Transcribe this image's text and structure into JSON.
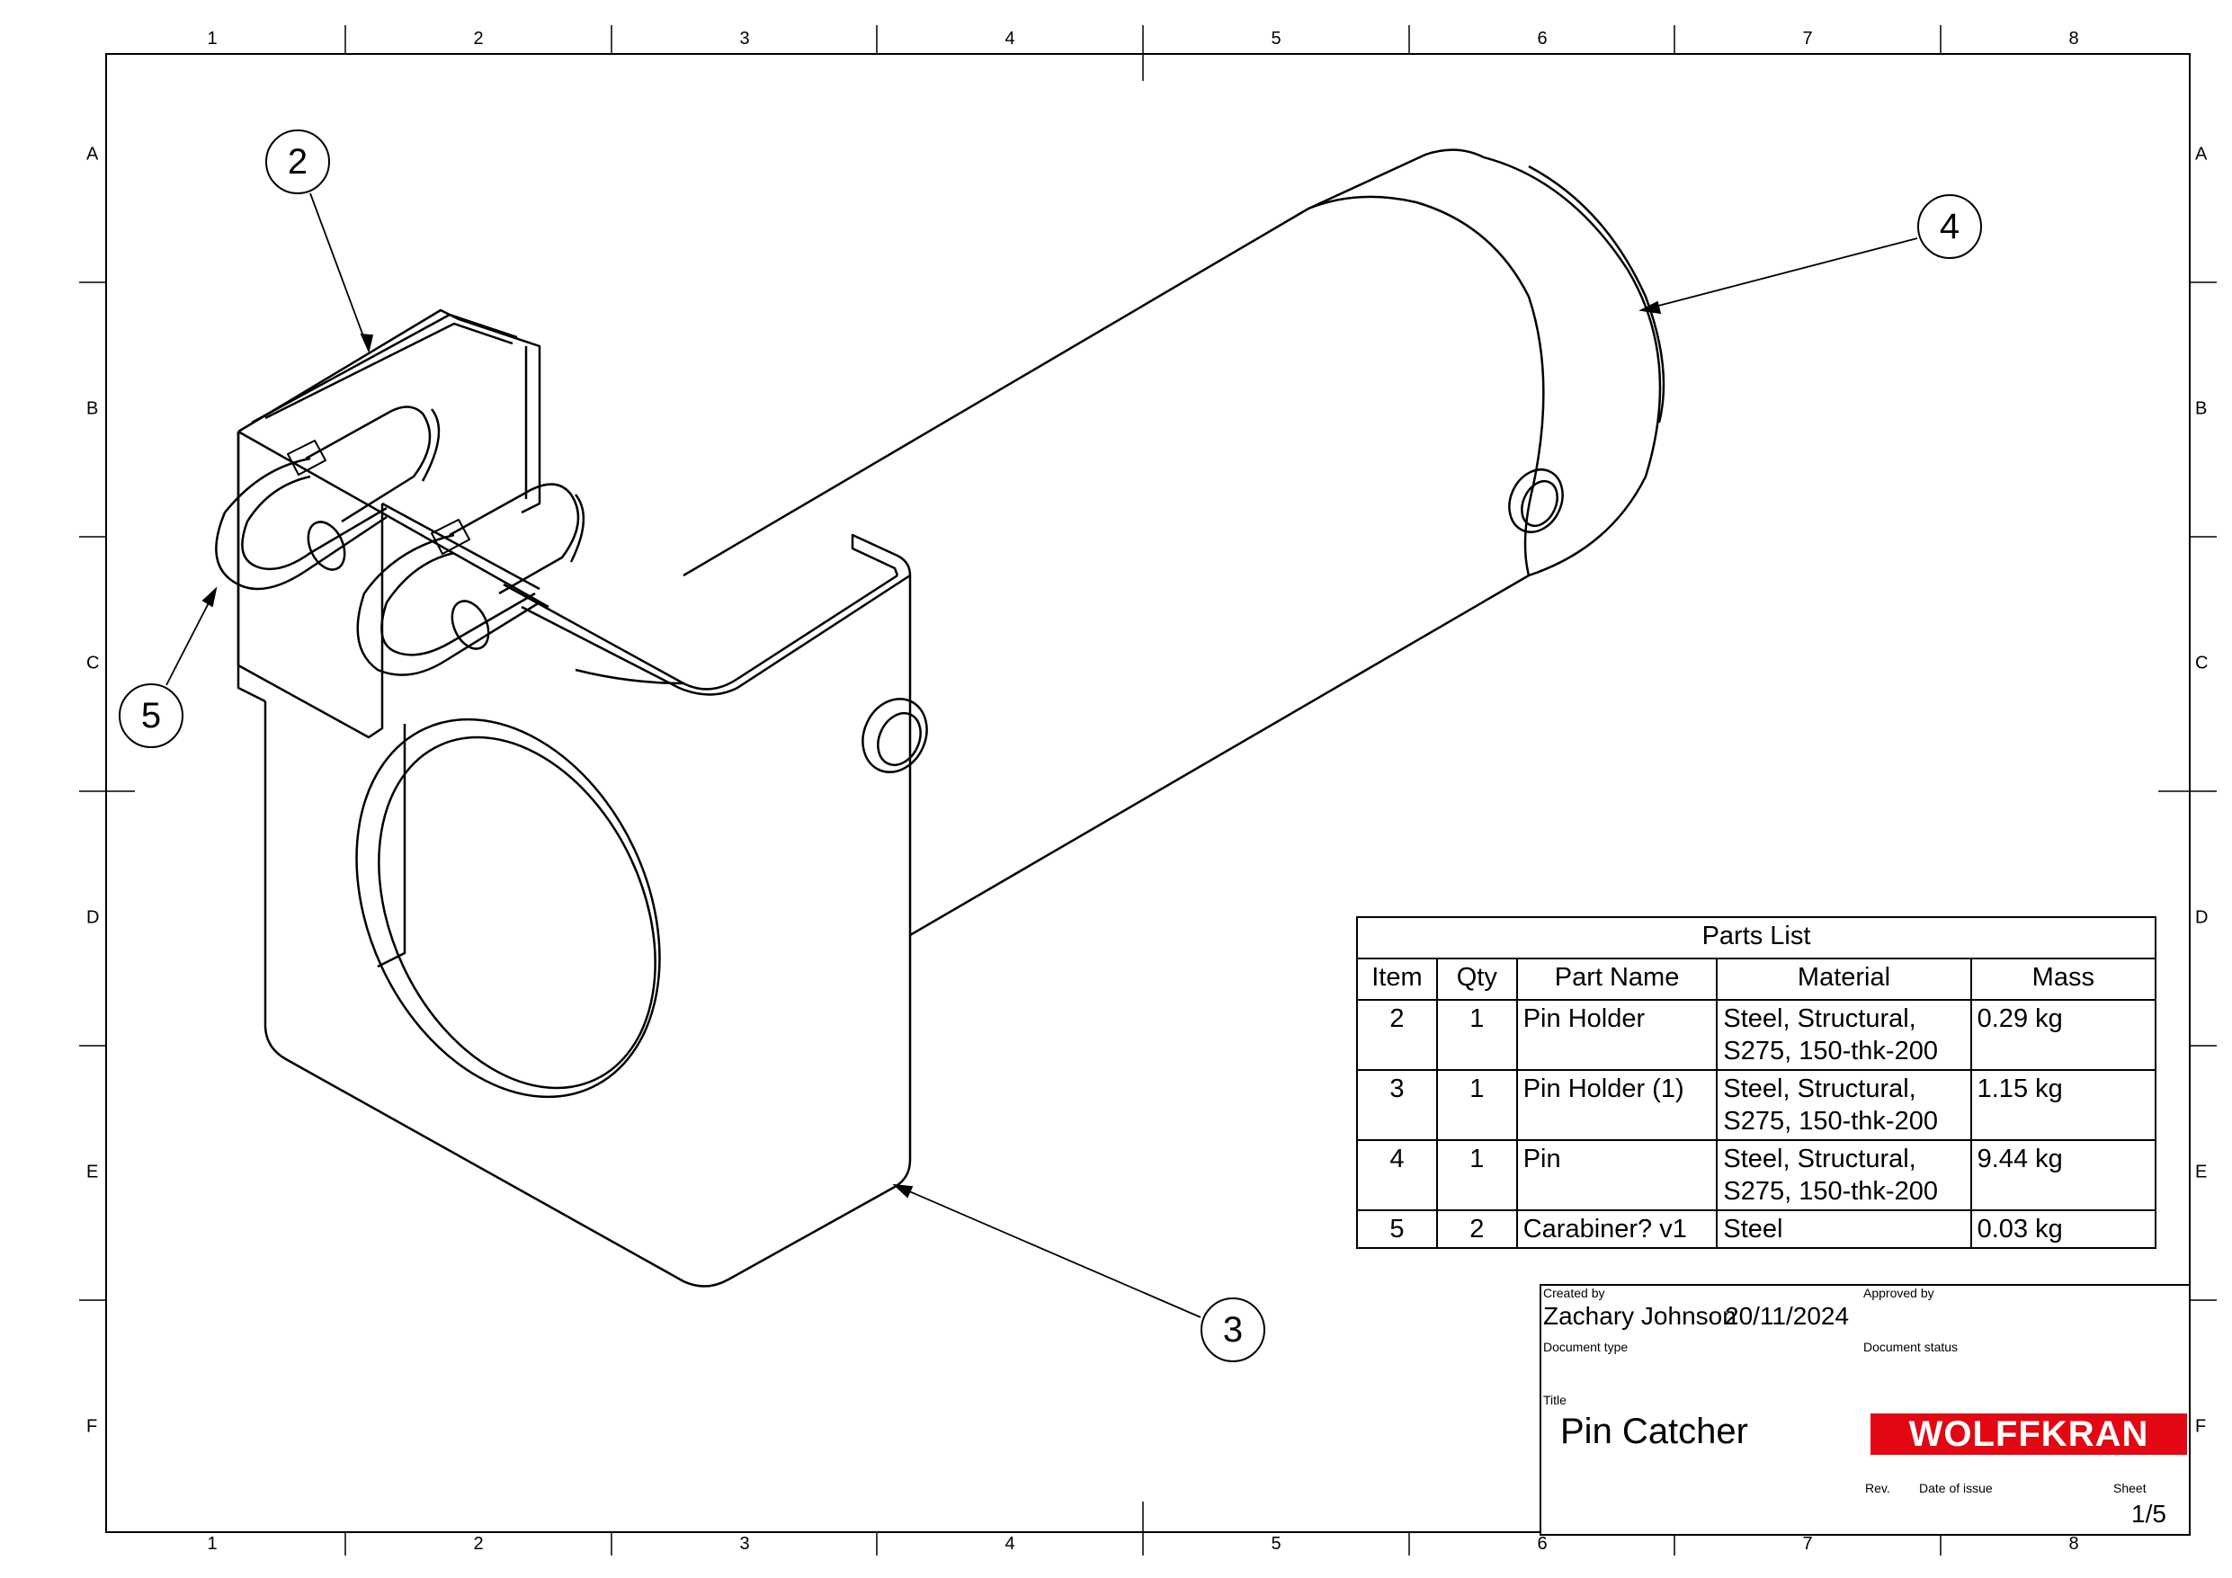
{
  "zones": {
    "columns": [
      "1",
      "2",
      "3",
      "4",
      "5",
      "6",
      "7",
      "8"
    ],
    "rows": [
      "A",
      "B",
      "C",
      "D",
      "E",
      "F"
    ]
  },
  "balloons": {
    "b2": "2",
    "b3": "3",
    "b4": "4",
    "b5": "5"
  },
  "parts_list": {
    "title": "Parts List",
    "headers": [
      "Item",
      "Qty",
      "Part Name",
      "Material",
      "Mass"
    ],
    "rows": [
      {
        "item": "2",
        "qty": "1",
        "name": "Pin Holder",
        "material_1": "Steel, Structural,",
        "material_2": "S275, 150-thk-200",
        "mass": "0.29 kg"
      },
      {
        "item": "3",
        "qty": "1",
        "name": "Pin Holder (1)",
        "material_1": "Steel, Structural,",
        "material_2": "S275, 150-thk-200",
        "mass": "1.15 kg"
      },
      {
        "item": "4",
        "qty": "1",
        "name": "Pin",
        "material_1": "Steel, Structural,",
        "material_2": "S275, 150-thk-200",
        "mass": "9.44 kg"
      },
      {
        "item": "5",
        "qty": "2",
        "name": "Carabiner? v1",
        "material_1": "Steel",
        "material_2": "",
        "mass": "0.03 kg"
      }
    ]
  },
  "title_block": {
    "created_by_label": "Created by",
    "created_by": "Zachary Johnson",
    "created_date": "20/11/2024",
    "approved_by_label": "Approved by",
    "document_type_label": "Document type",
    "document_status_label": "Document status",
    "title_label": "Title",
    "title": "Pin Catcher",
    "logo": "WOLFFKRAN",
    "rev_label": "Rev.",
    "date_of_issue_label": "Date of issue",
    "sheet_label": "Sheet",
    "sheet": "1/5"
  },
  "colors": {
    "line": "#000000",
    "logo_red": "#e30613",
    "logo_text": "#ffffff"
  }
}
